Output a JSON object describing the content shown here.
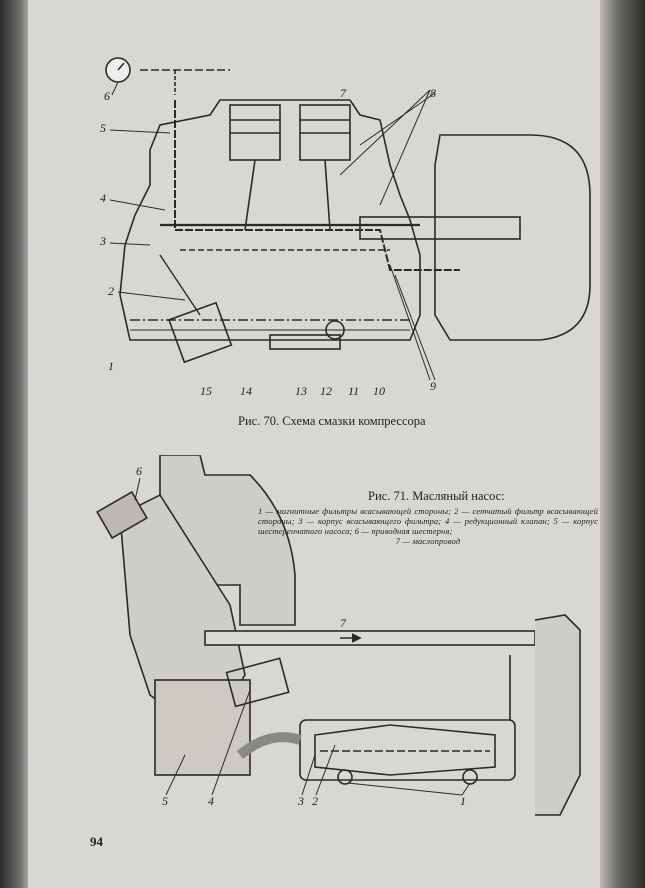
{
  "figure70": {
    "caption": "Рис. 70. Схема смазки компрессора",
    "callouts": [
      "1",
      "2",
      "3",
      "4",
      "5",
      "6",
      "7",
      "8",
      "9",
      "10",
      "11",
      "12",
      "13",
      "14",
      "15"
    ]
  },
  "figure71": {
    "title": "Рис. 71. Масляный насос:",
    "legend_text": "1 — магнитные фильтры всасывающей стороны; 2 — сетчатый фильтр всасывающей стороны; 3 — корпус всасывающего фильтра; 4 — редукционный клапан; 5 — корпус шестеренчатого насоса; 6 — приводная шестерня;",
    "legend_last": "7 — маслопровод",
    "callouts": [
      "1",
      "2",
      "3",
      "4",
      "5",
      "6",
      "7"
    ]
  },
  "page_number": "94"
}
